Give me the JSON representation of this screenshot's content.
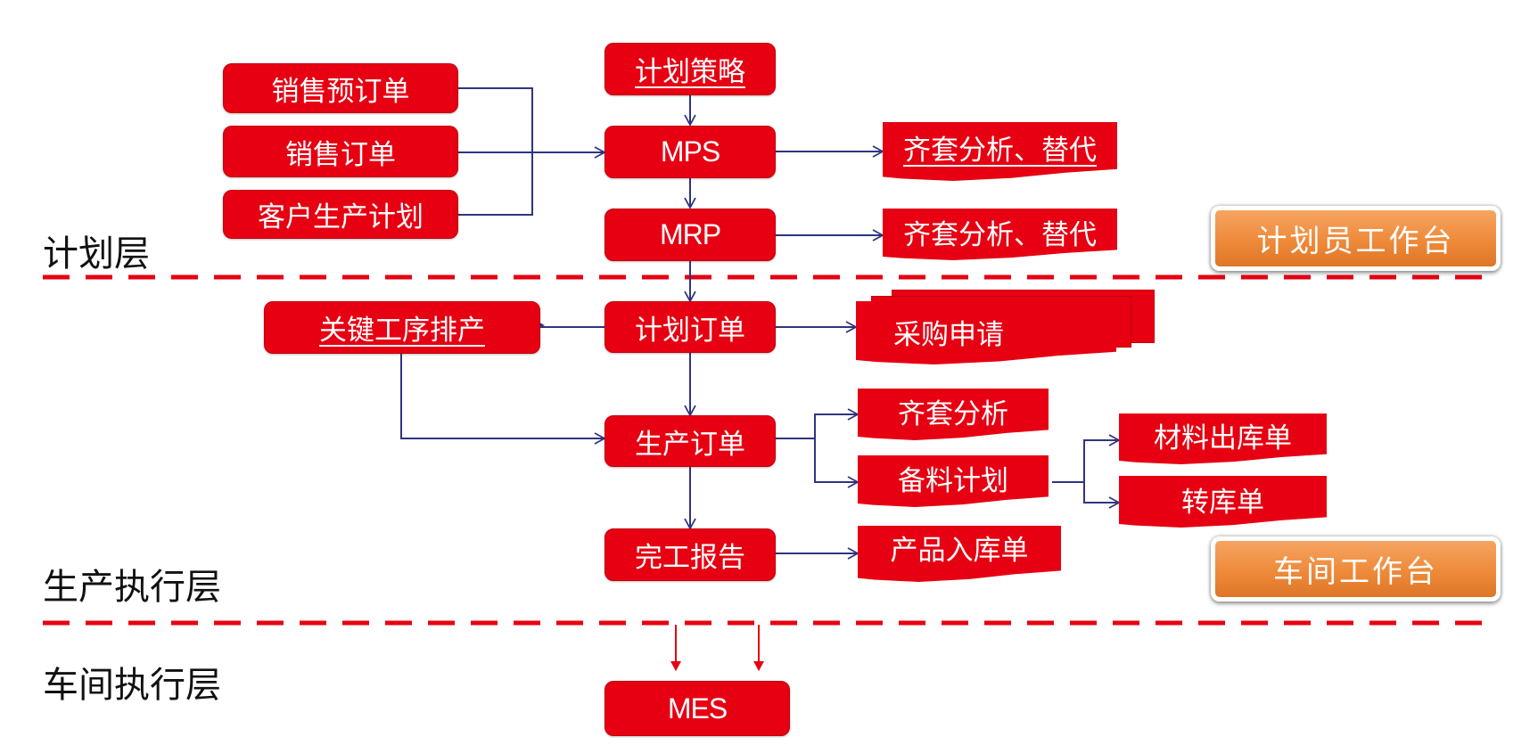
{
  "layers": {
    "planning": "计划层",
    "production_execution": "生产执行层",
    "workshop_execution": "车间执行层"
  },
  "workbenches": {
    "planner": "计划员工作台",
    "workshop": "车间工作台"
  },
  "nodes": {
    "sales_preorder": "销售预订单",
    "sales_order": "销售订单",
    "customer_production_plan": "客户生产计划",
    "planning_strategy": "计划策略",
    "mps": "MPS",
    "mrp": "MRP",
    "kit_analysis_substitute_1": "齐套分析、替代",
    "kit_analysis_substitute_2": "齐套分析、替代",
    "planned_order": "计划订单",
    "key_process_scheduling": "关键工序排产",
    "purchase_requisition": "采购申请",
    "production_order": "生产订单",
    "kit_analysis": "齐套分析",
    "material_prep_plan": "备料计划",
    "material_issue_note": "材料出库单",
    "transfer_note": "转库单",
    "completion_report": "完工报告",
    "product_receipt_note": "产品入库单",
    "mes": "MES"
  },
  "colors": {
    "node_red": "#e60012",
    "connector_navy": "#2e3580",
    "divider_red": "#e60012",
    "workbench_orange": "#ee8a3a"
  }
}
